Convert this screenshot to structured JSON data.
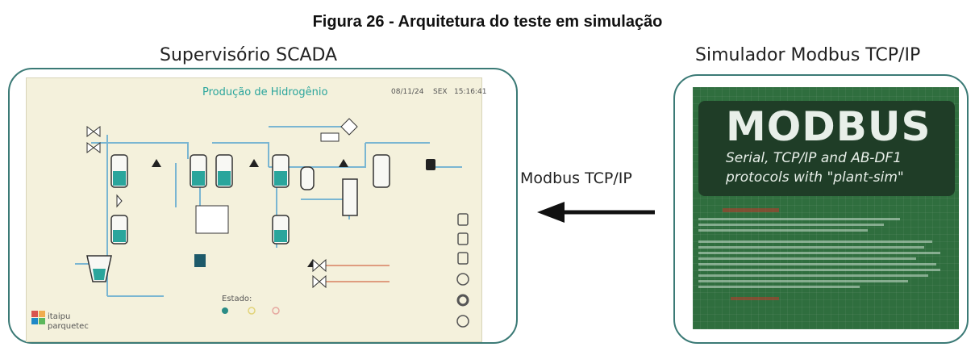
{
  "figure": {
    "title": "Figura 26 - Arquitetura do teste em simulação"
  },
  "left_panel": {
    "title": "Supervisório SCADA",
    "screen": {
      "title": "Produção de Hidrogênio",
      "date": "08/11/24",
      "day": "SEX",
      "time": "15:16:41",
      "estado_label": "Estado:",
      "logo_line1": "itaipu",
      "logo_line2": "parquetec"
    }
  },
  "connection": {
    "label": "Modbus TCP/IP",
    "direction": "from simulator to SCADA"
  },
  "right_panel": {
    "title": "Simulador Modbus TCP/IP",
    "splash": {
      "heading": "MODBUS",
      "subtitle_line1": "Serial, TCP/IP and AB-DF1",
      "subtitle_line2": "protocols with \"plant-sim\""
    }
  },
  "colors": {
    "frame": "#3b7a76",
    "scada_background": "#f4f1dc",
    "scada_accent": "#2aa59c",
    "modbus_green": "#2f6e3e"
  }
}
